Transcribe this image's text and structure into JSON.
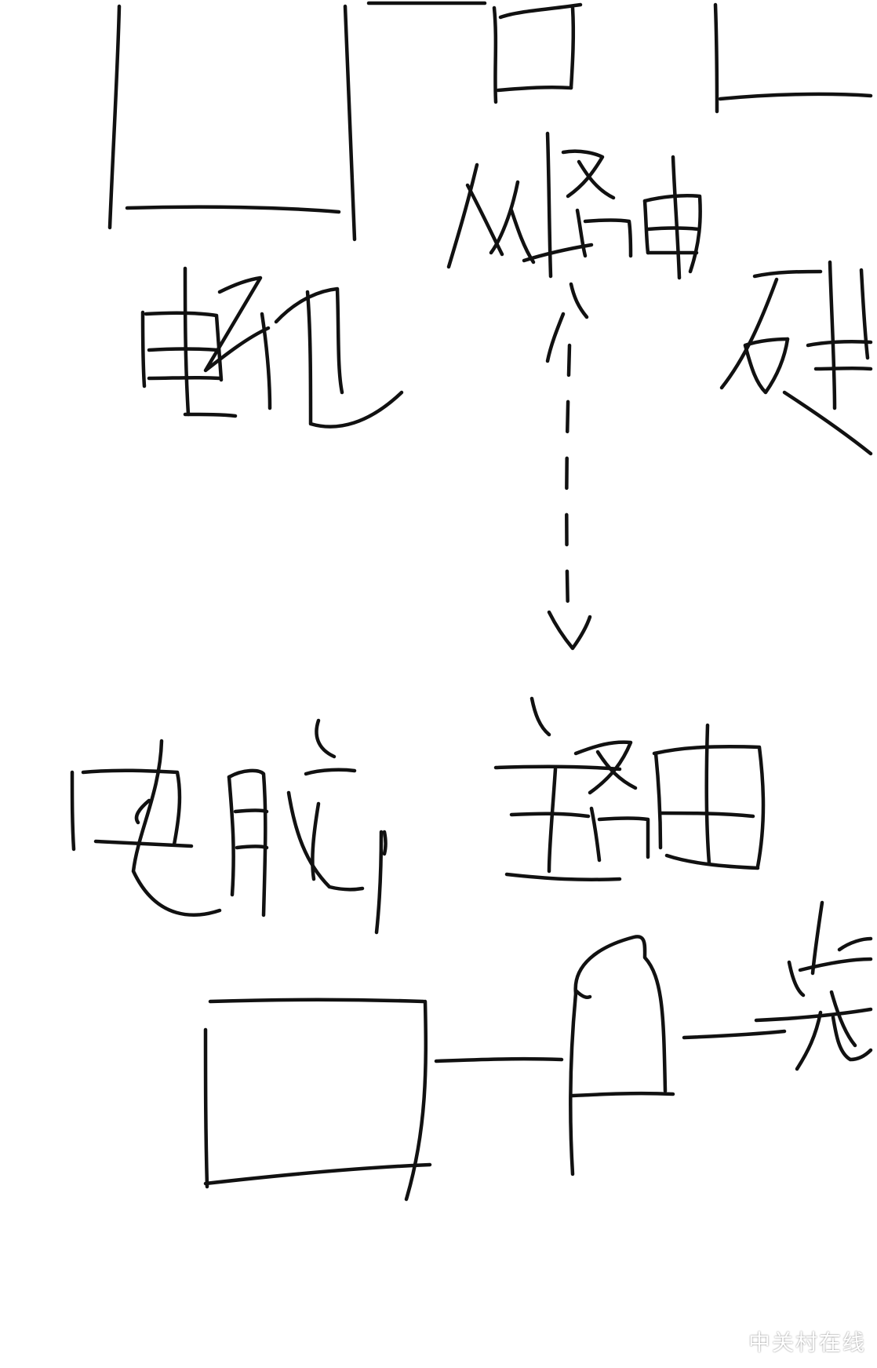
{
  "labels": {
    "tv": "电视",
    "router": "从路由",
    "hard_drive": "硬盘",
    "computer": "电脑",
    "main_router": "主路由",
    "modem": "光猫"
  },
  "watermark": {
    "text": "中关村在线"
  }
}
